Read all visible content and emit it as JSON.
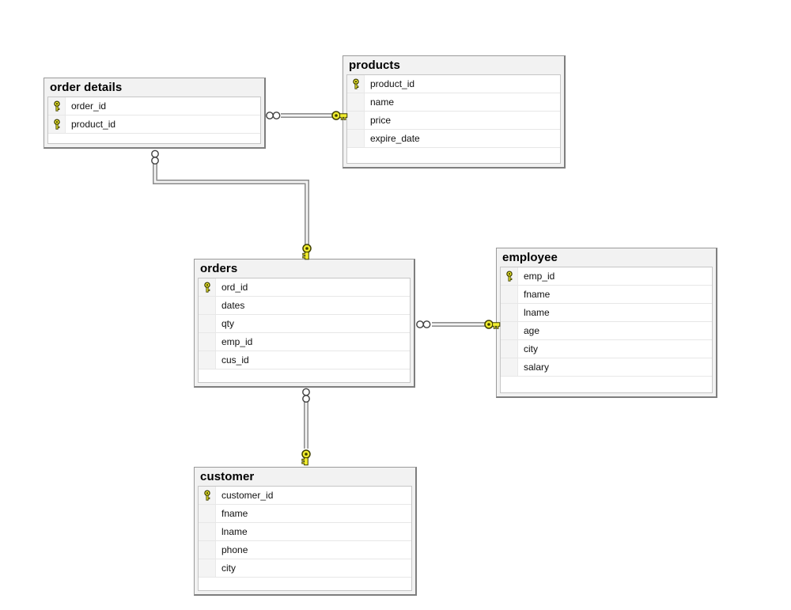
{
  "diagram": {
    "tables": [
      {
        "name": "order details",
        "columns": [
          {
            "label": "order_id",
            "pk": true
          },
          {
            "label": "product_id",
            "pk": true
          }
        ]
      },
      {
        "name": "products",
        "columns": [
          {
            "label": "product_id",
            "pk": true
          },
          {
            "label": "name",
            "pk": false
          },
          {
            "label": "price",
            "pk": false
          },
          {
            "label": "expire_date",
            "pk": false
          }
        ]
      },
      {
        "name": "orders",
        "columns": [
          {
            "label": "ord_id",
            "pk": true
          },
          {
            "label": "dates",
            "pk": false
          },
          {
            "label": "qty",
            "pk": false
          },
          {
            "label": "emp_id",
            "pk": false
          },
          {
            "label": "cus_id",
            "pk": false
          }
        ]
      },
      {
        "name": "employee",
        "columns": [
          {
            "label": "emp_id",
            "pk": true
          },
          {
            "label": "fname",
            "pk": false
          },
          {
            "label": "lname",
            "pk": false
          },
          {
            "label": "age",
            "pk": false
          },
          {
            "label": "city",
            "pk": false
          },
          {
            "label": "salary",
            "pk": false
          }
        ]
      },
      {
        "name": "customer",
        "columns": [
          {
            "label": "customer_id",
            "pk": true
          },
          {
            "label": "fname",
            "pk": false
          },
          {
            "label": "lname",
            "pk": false
          },
          {
            "label": "phone",
            "pk": false
          },
          {
            "label": "city",
            "pk": false
          }
        ]
      }
    ],
    "relationships": [
      {
        "from": "order details",
        "to": "products",
        "from_cardinality": "many",
        "to_cardinality": "one"
      },
      {
        "from": "order details",
        "to": "orders",
        "from_cardinality": "many",
        "to_cardinality": "one"
      },
      {
        "from": "orders",
        "to": "employee",
        "from_cardinality": "many",
        "to_cardinality": "one"
      },
      {
        "from": "orders",
        "to": "customer",
        "from_cardinality": "many",
        "to_cardinality": "one"
      }
    ]
  },
  "colors": {
    "canvas_bg": "#ffffff",
    "table_bg": "#f2f2f2",
    "table_border": "#9a9a9a",
    "table_border_dark": "#7e7e7e",
    "body_border": "#c6c6c6",
    "row_sep": "#e7e7e7",
    "gutter_bg": "#f4f4f4",
    "gutter_border": "#e9e9e9",
    "line_gray": "#909090",
    "line_core": "#f4f4f4",
    "many_outline": "#3e3e3e",
    "key_yellow": "#f1ed2e",
    "key_outline": "#3f3f00"
  }
}
